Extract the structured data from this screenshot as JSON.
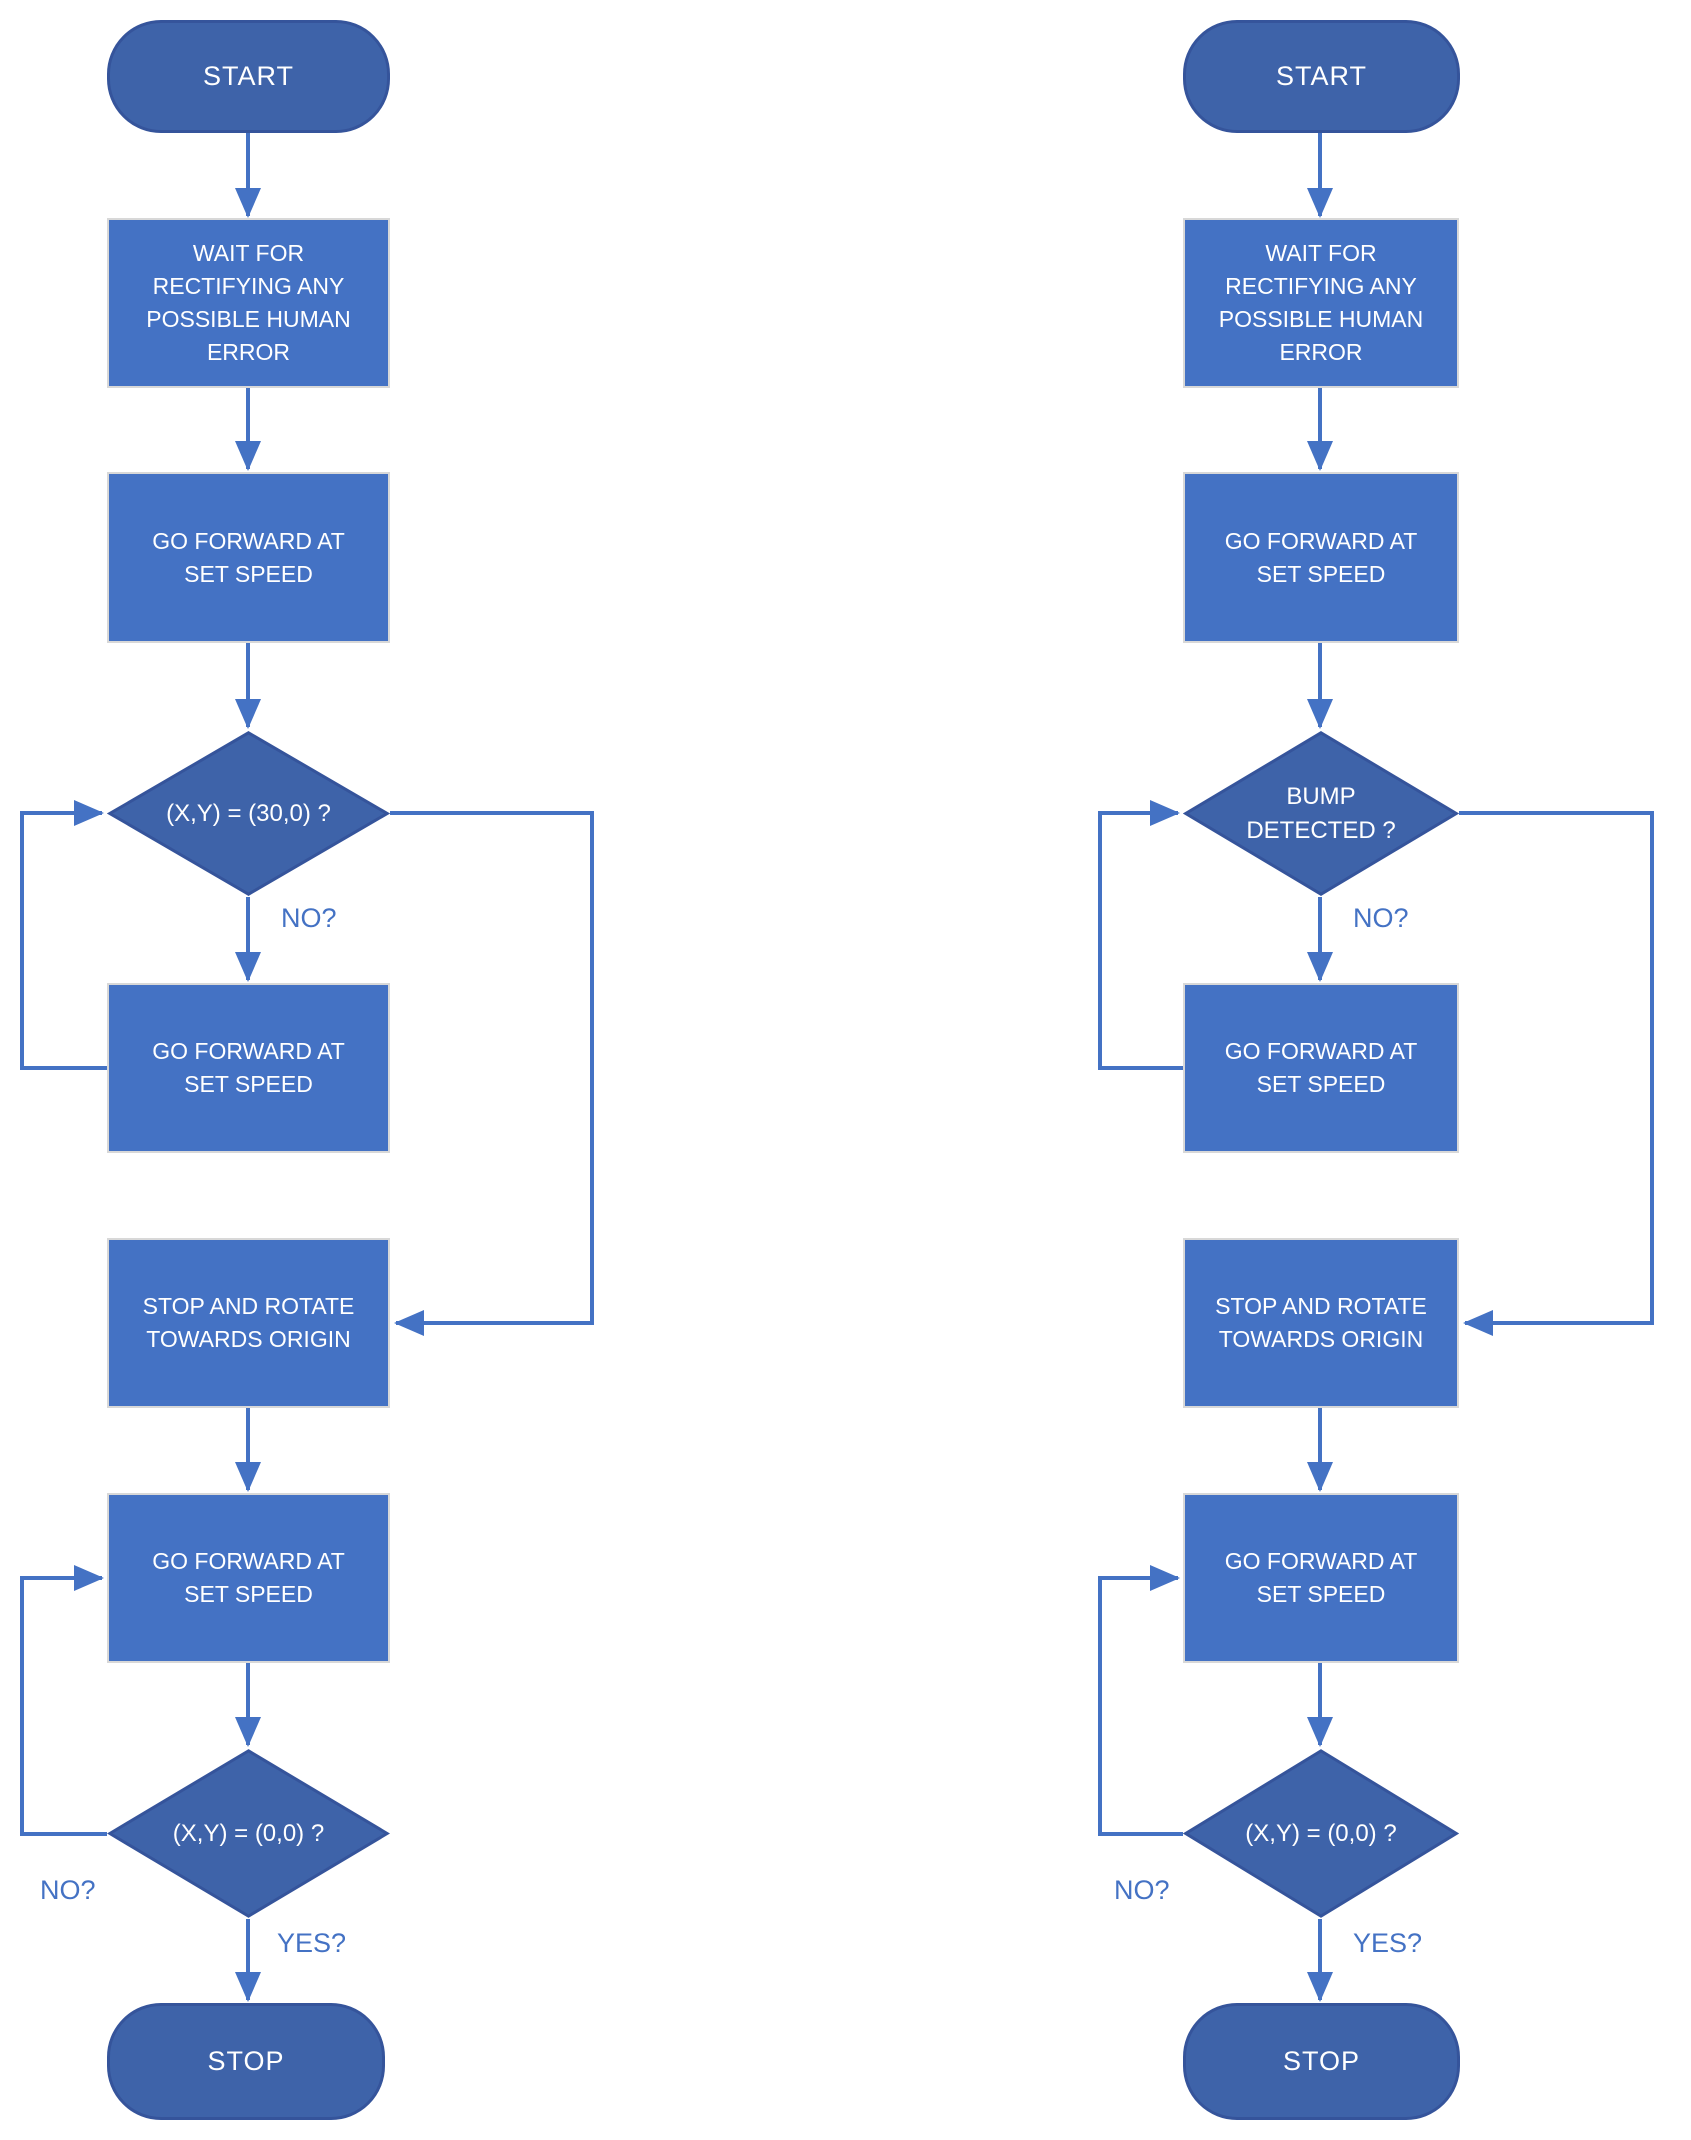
{
  "colors": {
    "box_fill": "#4472C4",
    "box_border": "#D8D8D8",
    "terminal_fill": "#3E63A9",
    "terminal_border": "#35549B",
    "connector": "#4472C4",
    "label_text": "#4472C4",
    "shape_text": "#FFFFFF"
  },
  "charts": [
    {
      "side": "left",
      "nodes": {
        "start": {
          "label": "START"
        },
        "wait": {
          "lines": [
            "WAIT FOR",
            "RECTIFYING ANY",
            "POSSIBLE HUMAN",
            "ERROR"
          ]
        },
        "go_forward_1": {
          "lines": [
            "GO FORWARD AT",
            "SET SPEED"
          ]
        },
        "decision_1": {
          "lines": [
            "(X,Y) = (30,0) ?"
          ]
        },
        "go_forward_2": {
          "lines": [
            "GO FORWARD AT",
            "SET SPEED"
          ]
        },
        "stop_rotate": {
          "lines": [
            "STOP AND ROTATE",
            "TOWARDS ORIGIN"
          ]
        },
        "go_forward_3": {
          "lines": [
            "GO FORWARD AT",
            "SET SPEED"
          ]
        },
        "decision_2": {
          "lines": [
            "(X,Y) = (0,0) ?"
          ]
        },
        "stop": {
          "label": "STOP"
        }
      },
      "labels": {
        "decision_1_no": "NO?",
        "decision_2_no": "NO?",
        "decision_2_yes": "YES?"
      }
    },
    {
      "side": "right",
      "nodes": {
        "start": {
          "label": "START"
        },
        "wait": {
          "lines": [
            "WAIT FOR",
            "RECTIFYING ANY",
            "POSSIBLE HUMAN",
            "ERROR"
          ]
        },
        "go_forward_1": {
          "lines": [
            "GO FORWARD AT",
            "SET SPEED"
          ]
        },
        "decision_1": {
          "lines": [
            "BUMP",
            "DETECTED ?"
          ]
        },
        "go_forward_2": {
          "lines": [
            "GO FORWARD AT",
            "SET SPEED"
          ]
        },
        "stop_rotate": {
          "lines": [
            "STOP AND ROTATE",
            "TOWARDS ORIGIN"
          ]
        },
        "go_forward_3": {
          "lines": [
            "GO FORWARD AT",
            "SET SPEED"
          ]
        },
        "decision_2": {
          "lines": [
            "(X,Y) = (0,0) ?"
          ]
        },
        "stop": {
          "label": "STOP"
        }
      },
      "labels": {
        "decision_1_no": "NO?",
        "decision_2_no": "NO?",
        "decision_2_yes": "YES?"
      }
    }
  ]
}
